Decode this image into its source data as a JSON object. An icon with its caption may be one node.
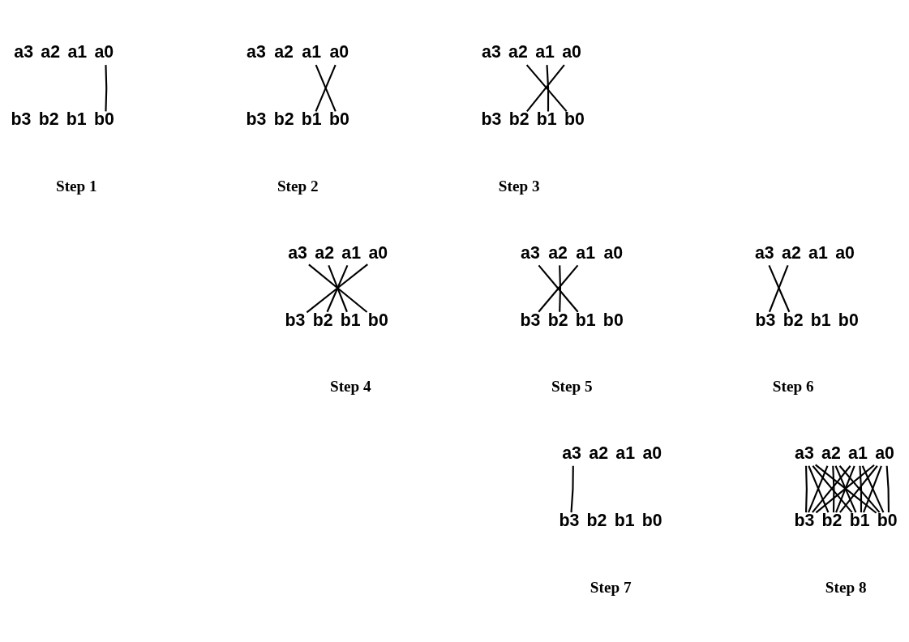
{
  "diagram": {
    "nodes": [
      {
        "text": [
          "a3"
        ]
      },
      {
        "text": [
          "a2"
        ]
      },
      {
        "text": [
          "a1"
        ]
      },
      {
        "text": [
          "a0"
        ]
      },
      {
        "text": [
          "b3"
        ]
      },
      {
        "text": [
          "b2"
        ]
      },
      {
        "text": [
          "b1"
        ]
      },
      {
        "text": [
          "b0"
        ]
      },
      {
        "text": [
          "a3"
        ]
      },
      {
        "text": [
          "a2"
        ]
      },
      {
        "text": [
          "a1"
        ]
      },
      {
        "text": [
          "a0"
        ]
      },
      {
        "text": [
          "b3"
        ]
      },
      {
        "text": [
          "b2"
        ]
      },
      {
        "text": [
          "b1"
        ]
      },
      {
        "text": [
          "b0"
        ]
      },
      {
        "text": [
          "a3"
        ]
      },
      {
        "text": [
          "a2"
        ]
      },
      {
        "text": [
          "a1"
        ]
      },
      {
        "text": [
          "a0"
        ]
      },
      {
        "text": [
          "b3"
        ]
      },
      {
        "text": [
          "b2"
        ]
      },
      {
        "text": [
          "b1"
        ]
      },
      {
        "text": [
          "b0"
        ]
      },
      {
        "text": [
          "a3"
        ]
      },
      {
        "text": [
          "a2"
        ]
      },
      {
        "text": [
          "a1"
        ]
      },
      {
        "text": [
          "a0"
        ]
      },
      {
        "text": [
          "b3"
        ]
      },
      {
        "text": [
          "b2"
        ]
      },
      {
        "text": [
          "b1"
        ]
      },
      {
        "text": [
          "b0"
        ]
      },
      {
        "text": [
          "a3"
        ]
      },
      {
        "text": [
          "a2"
        ]
      },
      {
        "text": [
          "a1"
        ]
      },
      {
        "text": [
          "a0"
        ]
      },
      {
        "text": [
          "b3"
        ]
      },
      {
        "text": [
          "b2"
        ]
      },
      {
        "text": [
          "b1"
        ]
      },
      {
        "text": [
          "b0"
        ]
      },
      {
        "text": [
          "a3"
        ]
      },
      {
        "text": [
          "a2"
        ]
      },
      {
        "text": [
          "a1"
        ]
      },
      {
        "text": [
          "a0"
        ]
      },
      {
        "text": [
          "b3"
        ]
      },
      {
        "text": [
          "b2"
        ]
      },
      {
        "text": [
          "b1"
        ]
      },
      {
        "text": [
          "b0"
        ]
      },
      {
        "text": [
          "a3"
        ]
      },
      {
        "text": [
          "a2"
        ]
      },
      {
        "text": [
          "a1"
        ]
      },
      {
        "text": [
          "a0"
        ]
      },
      {
        "text": [
          "b3"
        ]
      },
      {
        "text": [
          "b2"
        ]
      },
      {
        "text": [
          "b1"
        ]
      },
      {
        "text": [
          "b0"
        ]
      },
      {
        "text": [
          "a3"
        ]
      },
      {
        "text": [
          "a2"
        ]
      },
      {
        "text": [
          "a1"
        ]
      },
      {
        "text": [
          "a0"
        ]
      },
      {
        "text": [
          "b3"
        ]
      },
      {
        "text": [
          "b2"
        ]
      },
      {
        "text": [
          "b1"
        ]
      },
      {
        "text": [
          "b0"
        ]
      }
    ],
    "edges": [
      {
        "from": 3,
        "to": 7,
        "arrow": "none"
      },
      {
        "from": 10,
        "to": 15,
        "arrow": "none"
      },
      {
        "from": 11,
        "to": 14,
        "arrow": "none"
      },
      {
        "from": 17,
        "to": 23,
        "arrow": "none"
      },
      {
        "from": 18,
        "to": 22,
        "arrow": "none"
      },
      {
        "from": 19,
        "to": 21,
        "arrow": "none"
      },
      {
        "from": 24,
        "to": 31,
        "arrow": "none"
      },
      {
        "from": 25,
        "to": 30,
        "arrow": "none"
      },
      {
        "from": 26,
        "to": 29,
        "arrow": "none"
      },
      {
        "from": 27,
        "to": 28,
        "arrow": "none"
      },
      {
        "from": 32,
        "to": 38,
        "arrow": "none"
      },
      {
        "from": 33,
        "to": 37,
        "arrow": "none"
      },
      {
        "from": 34,
        "to": 36,
        "arrow": "none"
      },
      {
        "from": 40,
        "to": 45,
        "arrow": "none"
      },
      {
        "from": 41,
        "to": 44,
        "arrow": "none"
      },
      {
        "from": 48,
        "to": 52,
        "arrow": "none"
      },
      {
        "from": 56,
        "to": 60,
        "arrow": "none"
      },
      {
        "from": 56,
        "to": 61,
        "arrow": "none"
      },
      {
        "from": 56,
        "to": 62,
        "arrow": "none"
      },
      {
        "from": 56,
        "to": 63,
        "arrow": "none"
      },
      {
        "from": 57,
        "to": 60,
        "arrow": "none"
      },
      {
        "from": 57,
        "to": 61,
        "arrow": "none"
      },
      {
        "from": 57,
        "to": 62,
        "arrow": "none"
      },
      {
        "from": 57,
        "to": 63,
        "arrow": "none"
      },
      {
        "from": 58,
        "to": 60,
        "arrow": "none"
      },
      {
        "from": 58,
        "to": 61,
        "arrow": "none"
      },
      {
        "from": 58,
        "to": 62,
        "arrow": "none"
      },
      {
        "from": 58,
        "to": 63,
        "arrow": "none"
      },
      {
        "from": 59,
        "to": 60,
        "arrow": "none"
      },
      {
        "from": 59,
        "to": 61,
        "arrow": "none"
      },
      {
        "from": 59,
        "to": 62,
        "arrow": "none"
      },
      {
        "from": 59,
        "to": 63,
        "arrow": "none"
      }
    ],
    "labels": [
      "Step 1",
      "Step 2",
      "Step 3",
      "Step 4",
      "Step 5",
      "Step 6",
      "Step 7",
      "Step 8"
    ]
  }
}
